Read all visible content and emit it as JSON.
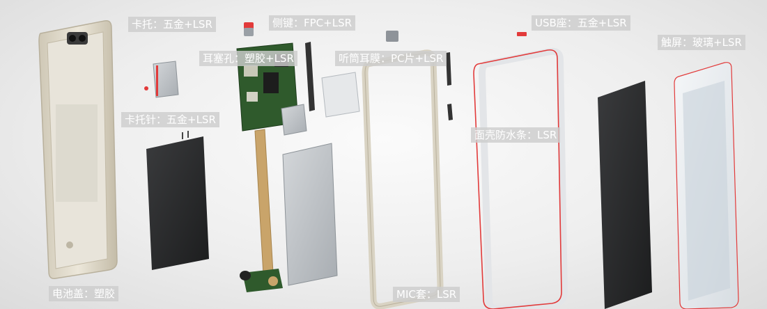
{
  "labels": {
    "card_tray": "卡托：五金+LSR",
    "side_key": "侧键：FPC+LSR",
    "usb_port": "USB座：五金+LSR",
    "touch_screen": "触屏：玻璃+LSR",
    "earphone_plug": "耳塞孔：塑胶+LSR",
    "receiver_membrane": "听筒耳膜：PC片+LSR",
    "card_tray_pin": "卡托针：五金+LSR",
    "face_shell_strip": "面壳防水条：LSR",
    "battery_cover": "电池盖：塑胶",
    "mic_cover": "MIC套：LSR"
  },
  "colors": {
    "seal_red": "#e23a3a",
    "pcb_green": "#2f5a2c",
    "fpc_tan": "#c9a46a",
    "frame_gold": "#d9d3c3",
    "label_bg": "#cdcdcd"
  }
}
